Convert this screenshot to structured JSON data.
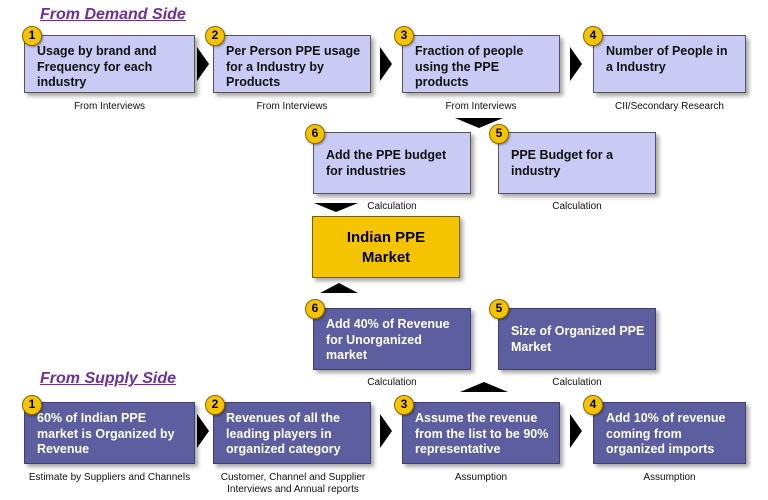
{
  "demand_side": {
    "title": "From Demand Side",
    "steps": [
      {
        "num": "1",
        "text": "Usage by brand and Frequency for each industry",
        "caption": "From Interviews"
      },
      {
        "num": "2",
        "text": "Per Person PPE usage for a Industry by Products",
        "caption": "From Interviews"
      },
      {
        "num": "3",
        "text": "Fraction of people using the PPE products",
        "caption": "From Interviews"
      },
      {
        "num": "4",
        "text": "Number of People in a Industry",
        "caption": "CII/Secondary Research"
      }
    ],
    "mid": [
      {
        "num": "6",
        "text": "Add the PPE budget for industries",
        "caption": "Calculation"
      },
      {
        "num": "5",
        "text": "PPE Budget for a industry",
        "caption": "Calculation"
      }
    ]
  },
  "center": {
    "line1": "Indian PPE",
    "line2": "Market"
  },
  "supply_side": {
    "title": "From Supply Side",
    "mid": [
      {
        "num": "6",
        "text": "Add 40% of Revenue for Unorganized market",
        "caption": "Calculation"
      },
      {
        "num": "5",
        "text": "Size of Organized PPE Market",
        "caption": "Calculation"
      }
    ],
    "steps": [
      {
        "num": "1",
        "text": "60% of Indian PPE market is Organized by Revenue",
        "caption": "Estimate by Suppliers and Channels"
      },
      {
        "num": "2",
        "text": "Revenues of all the leading players in organized category",
        "caption": "Customer, Channel and Supplier Interviews and Annual reports"
      },
      {
        "num": "3",
        "text": "Assume the revenue from the list to be 90% representative",
        "caption": "Assumption"
      },
      {
        "num": "4",
        "text": "Add 10% of revenue coming from organized imports",
        "caption": "Assumption"
      }
    ]
  },
  "colors": {
    "demand_box": "#c9cbf5",
    "supply_box": "#5c5ea0",
    "badge": "#f5c400",
    "center": "#f5c400",
    "title": "#6b2fa0"
  }
}
